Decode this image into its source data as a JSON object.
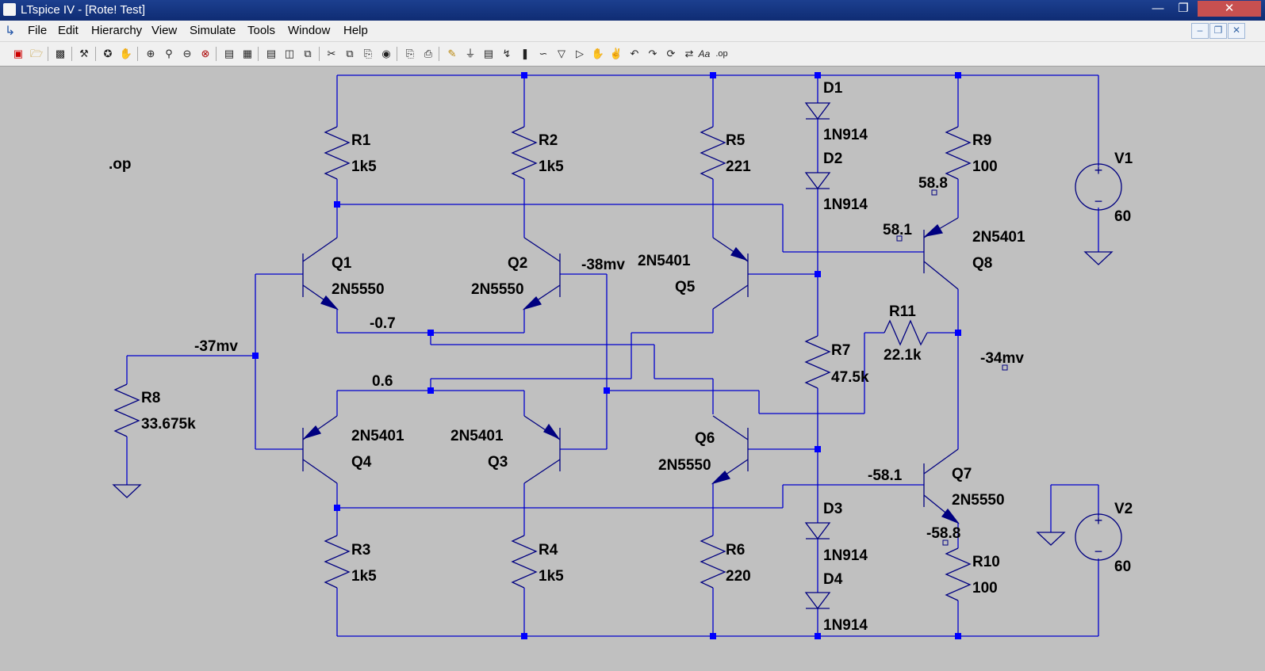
{
  "window": {
    "title": "LTspice IV - [Rote! Test]",
    "minimize_glyph": "—",
    "restore_glyph": "❐",
    "close_glyph": "✕",
    "mdi_minimize_glyph": "–",
    "mdi_restore_glyph": "❐",
    "mdi_close_glyph": "✕"
  },
  "menu": [
    "File",
    "Edit",
    "Hierarchy",
    "View",
    "Simulate",
    "Tools",
    "Window",
    "Help"
  ],
  "toolbar_icons": [
    "new-schematic-icon",
    "open-icon",
    "save-icon",
    "control-panel-icon",
    "run-icon",
    "halt-icon",
    "zoom-in-icon",
    "zoom-area-icon",
    "zoom-out-icon",
    "zoom-fit-icon",
    "autoscale-icon",
    "plot-settings-icon",
    "tile-horizontal-icon",
    "tile-vertical-icon",
    "cascade-icon",
    "cut-icon",
    "copy-icon",
    "paste-icon",
    "find-icon",
    "print-setup-icon",
    "print-icon",
    "draw-wire-icon",
    "ground-icon",
    "label-net-icon",
    "resistor-icon",
    "capacitor-icon",
    "inductor-icon",
    "diode-icon",
    "component-icon",
    "move-icon",
    "drag-icon",
    "undo-icon",
    "redo-icon",
    "rotate-icon",
    "mirror-icon",
    "text-icon",
    "spice-directive-icon"
  ],
  "toolbar_glyphs": {
    "text": "Aa",
    "directive": ".op"
  },
  "colors": {
    "wire": "#0000cd",
    "junction": "#0000ff",
    "background": "#c0c0c0",
    "titlebar": "#1c3f8f",
    "text": "#000000"
  },
  "directive": ".op",
  "components": {
    "R1": {
      "name": "R1",
      "value": "1k5"
    },
    "R2": {
      "name": "R2",
      "value": "1k5"
    },
    "R3": {
      "name": "R3",
      "value": "1k5"
    },
    "R4": {
      "name": "R4",
      "value": "1k5"
    },
    "R5": {
      "name": "R5",
      "value": "221"
    },
    "R6": {
      "name": "R6",
      "value": "220"
    },
    "R7": {
      "name": "R7",
      "value": "47.5k"
    },
    "R8": {
      "name": "R8",
      "value": "33.675k"
    },
    "R9": {
      "name": "R9",
      "value": "100"
    },
    "R10": {
      "name": "R10",
      "value": "100"
    },
    "R11": {
      "name": "R11",
      "value": "22.1k"
    },
    "Q1": {
      "name": "Q1",
      "value": "2N5550"
    },
    "Q2": {
      "name": "Q2",
      "value": "2N5550"
    },
    "Q3": {
      "name": "Q3",
      "value": "2N5401"
    },
    "Q4": {
      "name": "Q4",
      "value": "2N5401"
    },
    "Q5": {
      "name": "Q5",
      "value": "2N5401"
    },
    "Q6": {
      "name": "Q6",
      "value": "2N5550"
    },
    "Q7": {
      "name": "Q7",
      "value": "2N5550"
    },
    "Q8": {
      "name": "Q8",
      "value": "2N5401"
    },
    "D1": {
      "name": "D1",
      "value": "1N914"
    },
    "D2": {
      "name": "D2",
      "value": "1N914"
    },
    "D3": {
      "name": "D3",
      "value": "1N914"
    },
    "D4": {
      "name": "D4",
      "value": "1N914"
    },
    "V1": {
      "name": "V1",
      "value": "60"
    },
    "V2": {
      "name": "V2",
      "value": "60"
    }
  },
  "node_labels": {
    "v_q2_collector": "-38mv",
    "v_input": "-37mv",
    "v_diff_emitters": "-0.7",
    "v_pnp_emitters": "0.6",
    "v_output": "-34mv",
    "v_q8_emitter": "58.8",
    "v_q8_base": "58.1",
    "v_q7_base": "-58.1",
    "v_q7_emitter": "-58.8"
  },
  "source_symbols": {
    "plus": "+",
    "minus": "−"
  }
}
